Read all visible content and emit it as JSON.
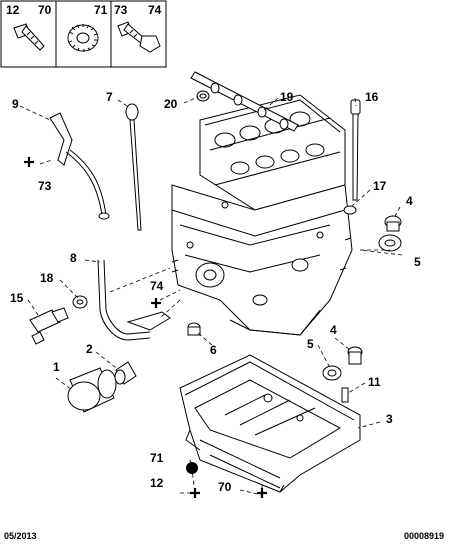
{
  "header_boxes": [
    {
      "labels": [
        "12",
        "70"
      ],
      "icon": "bolt-icon"
    },
    {
      "labels": [
        "71"
      ],
      "icon": "serrated-washer-icon"
    },
    {
      "labels": [
        "73",
        "74"
      ],
      "icon": "bolt-with-washer-icon"
    }
  ],
  "callouts": [
    {
      "id": "c9",
      "text": "9"
    },
    {
      "id": "c7",
      "text": "7"
    },
    {
      "id": "c20",
      "text": "20"
    },
    {
      "id": "c19",
      "text": "19"
    },
    {
      "id": "c16",
      "text": "16"
    },
    {
      "id": "c73",
      "text": "73"
    },
    {
      "id": "c17",
      "text": "17"
    },
    {
      "id": "c4a",
      "text": "4"
    },
    {
      "id": "c8",
      "text": "8"
    },
    {
      "id": "c5a",
      "text": "5"
    },
    {
      "id": "c18",
      "text": "18"
    },
    {
      "id": "c74",
      "text": "74"
    },
    {
      "id": "c15",
      "text": "15"
    },
    {
      "id": "c6",
      "text": "6"
    },
    {
      "id": "c4b",
      "text": "4"
    },
    {
      "id": "c1",
      "text": "1"
    },
    {
      "id": "c2",
      "text": "2"
    },
    {
      "id": "c5b",
      "text": "5"
    },
    {
      "id": "c11",
      "text": "11"
    },
    {
      "id": "c3",
      "text": "3"
    },
    {
      "id": "c71",
      "text": "71"
    },
    {
      "id": "c12",
      "text": "12"
    },
    {
      "id": "c70",
      "text": "70"
    }
  ],
  "footer": {
    "date": "05/2013",
    "reference": "00008919"
  },
  "colors": {
    "line": "#000000",
    "shade": "#e6e6e6",
    "background": "#ffffff"
  }
}
